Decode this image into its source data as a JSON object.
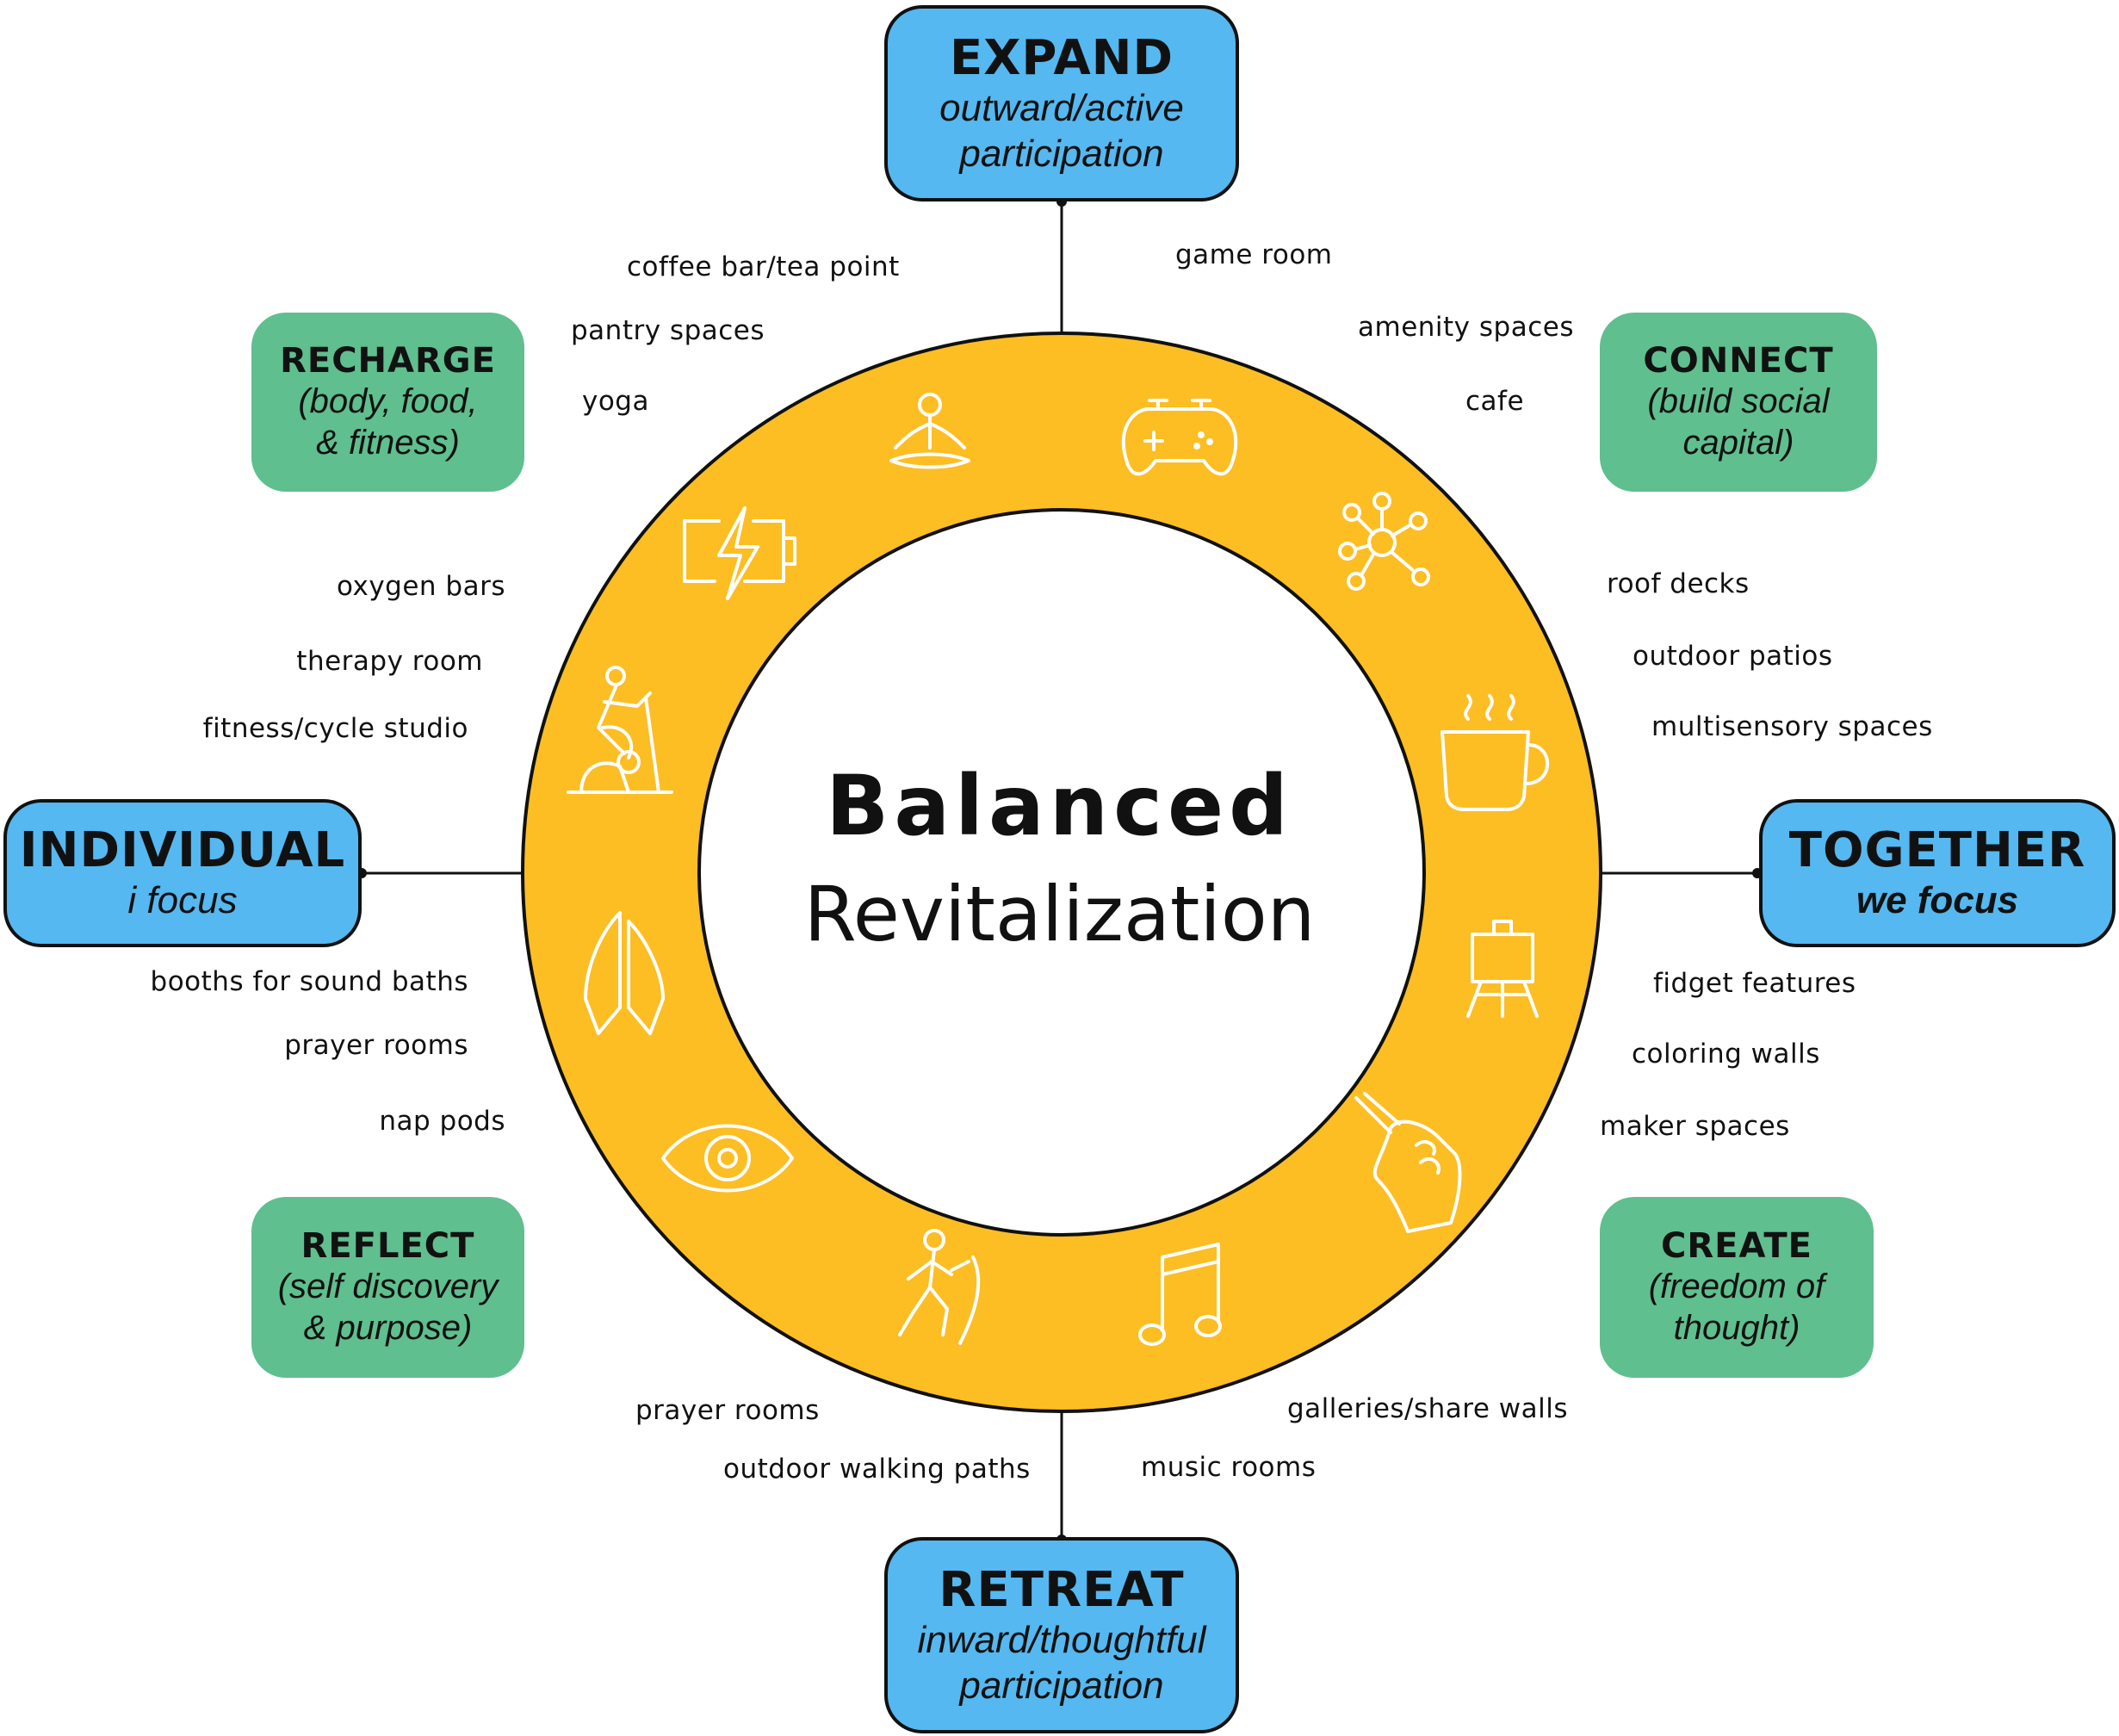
{
  "center": {
    "title": "Balanced",
    "subtitle": "Revitalization"
  },
  "axes": {
    "expand": {
      "title": "EXPAND",
      "subtitle": "outward/active\nparticipation"
    },
    "retreat": {
      "title": "RETREAT",
      "subtitle": "inward/thoughtful\nparticipation"
    },
    "individual": {
      "title": "INDIVIDUAL",
      "subtitle": "i focus"
    },
    "together": {
      "title": "TOGETHER",
      "subtitle": "we focus"
    }
  },
  "quadrants": {
    "recharge": {
      "title": "RECHARGE",
      "subtitle": "(body, food,\n& fitness)"
    },
    "connect": {
      "title": "CONNECT",
      "subtitle": "(build social\ncapital)"
    },
    "reflect": {
      "title": "REFLECT",
      "subtitle": "(self discovery\n& purpose)"
    },
    "create": {
      "title": "CREATE",
      "subtitle": "(freedom of\nthought)"
    }
  },
  "labels": {
    "top_left": [
      "coffee bar/tea point",
      "pantry spaces",
      "yoga"
    ],
    "top_right": [
      "game room",
      "amenity spaces",
      "cafe"
    ],
    "left_upper": [
      "oxygen bars",
      "therapy room",
      "fitness/cycle studio"
    ],
    "right_upper": [
      "roof decks",
      "outdoor patios",
      "multisensory spaces"
    ],
    "left_lower": [
      "booths for sound baths",
      "prayer rooms",
      "nap pods"
    ],
    "right_lower": [
      "fidget features",
      "coloring walls",
      "maker spaces"
    ],
    "bottom_left": [
      "prayer rooms",
      "outdoor walking paths"
    ],
    "bottom_right": [
      "galleries/share walls",
      "music rooms"
    ]
  },
  "colors": {
    "ring": "#fdbe24",
    "axis_box": "#55b8f0",
    "quad_box": "#5fbf8f",
    "line": "#111111",
    "icon": "#ffffff"
  },
  "ring_icons": [
    "yoga-icon",
    "game-controller-icon",
    "network-icon",
    "coffee-cup-icon",
    "easel-icon",
    "drawing-hand-icon",
    "music-note-icon",
    "hiker-icon",
    "eye-icon",
    "praying-hands-icon",
    "exercise-bike-icon",
    "battery-charge-icon"
  ]
}
